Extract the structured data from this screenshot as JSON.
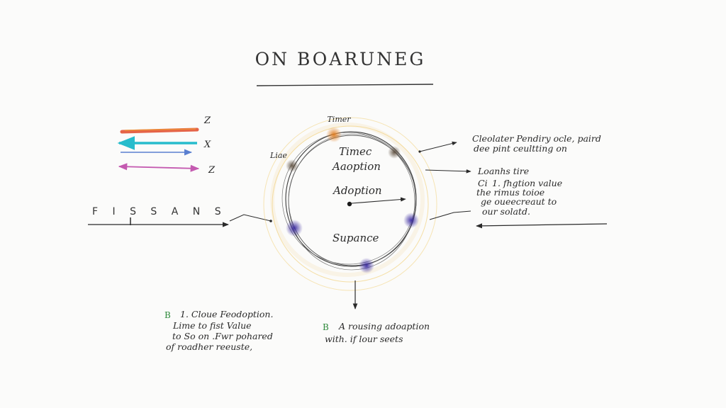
{
  "title": "ON BOARUNEG",
  "legend": [
    {
      "label": "Z",
      "color": "#e24a2a"
    },
    {
      "label": "X",
      "color": "#27bccc"
    },
    {
      "label": "Z",
      "color": "#c45ab0"
    }
  ],
  "legend_arrow_color": "#5a7fd0",
  "left_flow_label": "F I S S A N S",
  "ring": {
    "top_label": "Timer",
    "left_label": "Liae",
    "center_labels": [
      "Timec",
      "Aaoption",
      "Adoption",
      "Supance"
    ]
  },
  "right_notes": {
    "upper": [
      "Cleolater Pendiry ocle, paird",
      "dee pint ceultting on"
    ],
    "lower_title": "Loanhs tire",
    "lower_marker": "Ci",
    "lower_lines": [
      "1. fhgtion value",
      "the rimus toioe",
      "ge oueecreaut to",
      "our solatd."
    ]
  },
  "bottom_left_note": {
    "marker": "B",
    "lines": [
      "1. Cloue Feodoption.",
      "Lime to fist Value",
      "to So on .Fwr pohared",
      "of roadher reeuste,"
    ]
  },
  "bottom_center_note": {
    "marker": "B",
    "lines": [
      "A rousing adoaption",
      "with. if lour seets"
    ]
  },
  "colors": {
    "ink": "#2a2a2a",
    "ring_glow": "#f0c860",
    "node_orange": "#e07a1a",
    "node_purple": "#3a2aa0",
    "node_brown": "#5a4a3a",
    "marker_green": "#2f8a3c"
  }
}
